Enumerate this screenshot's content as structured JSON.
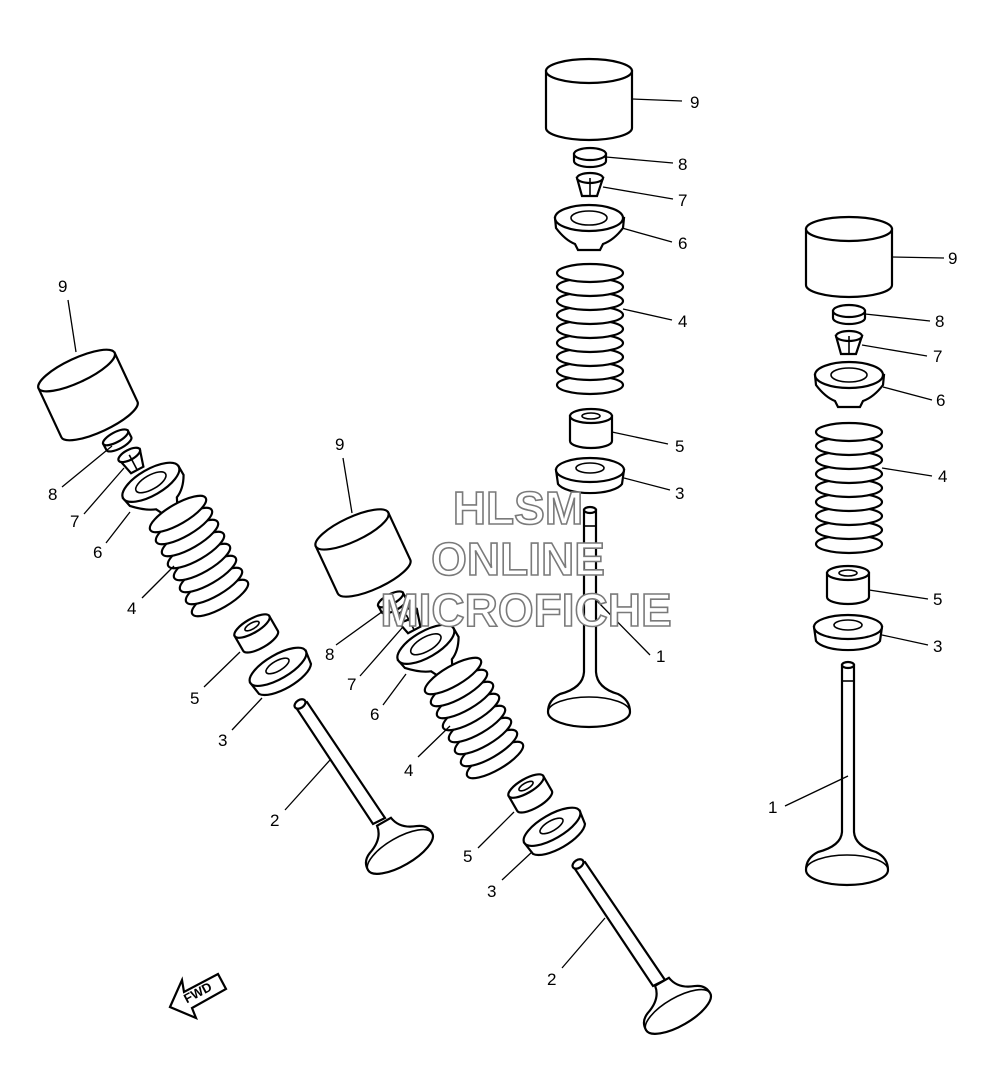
{
  "watermark": {
    "line1": "HLSM",
    "line2": "ONLINE",
    "line3": "MICROFICHE",
    "color": "#7a7a7a"
  },
  "fwd_label": "FWD",
  "callouts": {
    "a9": "9",
    "a8": "8",
    "a7": "7",
    "a6": "6",
    "a4": "4",
    "a5": "5",
    "a3": "3",
    "a1": "1",
    "b9": "9",
    "b8": "8",
    "b7": "7",
    "b6": "6",
    "b4": "4",
    "b5": "5",
    "b3": "3",
    "b1": "1",
    "c9": "9",
    "c8": "8",
    "c7": "7",
    "c6": "6",
    "c4": "4",
    "c5": "5",
    "c3": "3",
    "c2": "2",
    "d9": "9",
    "d8": "8",
    "d7": "7",
    "d6": "6",
    "d4": "4",
    "d5": "5",
    "d3": "3",
    "d2": "2"
  }
}
